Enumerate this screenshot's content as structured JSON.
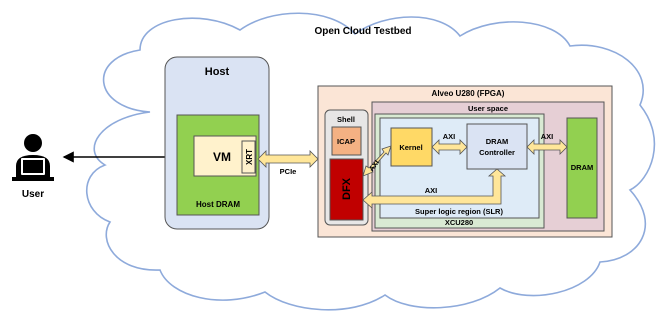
{
  "cloud": {
    "label": "Open Cloud Testbed"
  },
  "user": {
    "label": "User",
    "icon": "user-at-laptop-icon"
  },
  "host": {
    "title": "Host",
    "dram_label": "Host DRAM",
    "vm_label": "VM",
    "xrt_label": "XRT"
  },
  "link": {
    "pcie_label": "PCIe"
  },
  "fpga": {
    "title": "Alveo U280 (FPGA)",
    "shell": {
      "label": "Shell",
      "icap_label": "ICAP",
      "dfx_label": "DFX"
    },
    "user_space": {
      "label": "User space"
    },
    "xcu": {
      "label": "XCU280"
    },
    "slr": {
      "label": "Super logic region (SLR)"
    },
    "kernel_label": "Kernel",
    "dram_controller": {
      "line1": "DRAM",
      "line2": "Controller"
    },
    "dram_label": "DRAM",
    "axi_label": "AXI"
  },
  "colors": {
    "cloud_fill": "#ffffff",
    "cloud_stroke": "#8eaadb",
    "host_fill": "#dae3f3",
    "green_fill": "#92d050",
    "vm_fill": "#fff2cc",
    "fpga_fill": "#fbe5d6",
    "icap_fill": "#f4b183",
    "dfx_fill": "#c00000",
    "xcu_fill": "#d9ead3",
    "slr_fill": "#deebf7",
    "kernel_fill": "#ffd966",
    "controller_fill": "#dae3f3",
    "arrow_fill": "#ffe699"
  }
}
